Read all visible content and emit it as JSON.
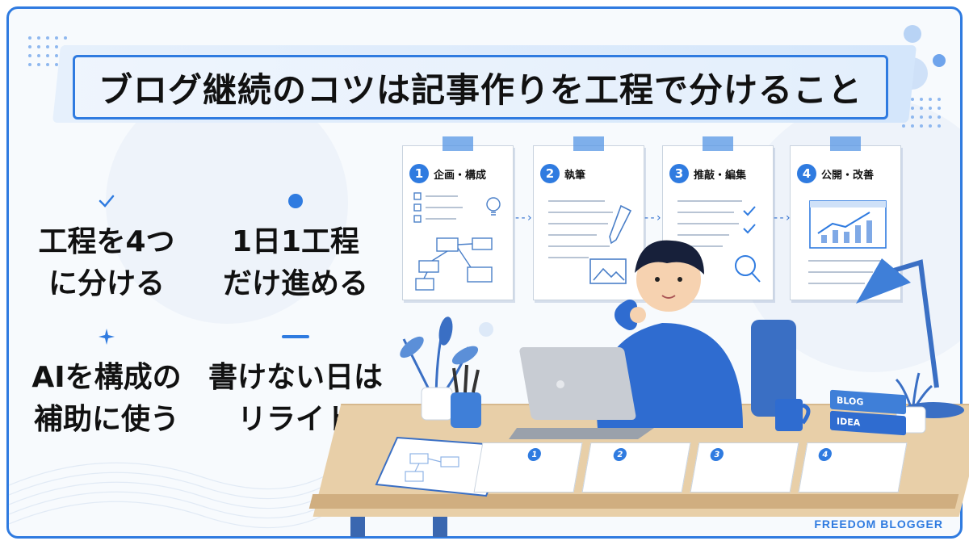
{
  "title": "ブログ継続のコツは記事作りを工程で分けること",
  "tips": [
    {
      "icon": "check-icon",
      "text": "工程を4つ\nに分ける"
    },
    {
      "icon": "dot-icon",
      "text": "1日1工程\nだけ進める"
    },
    {
      "icon": "sparkle-icon",
      "text": "AIを構成の\n補助に使う"
    },
    {
      "icon": "dash-icon",
      "text": "書けない日は\nリライト"
    }
  ],
  "steps": [
    {
      "num": "1",
      "label": "企画・構成"
    },
    {
      "num": "2",
      "label": "執筆"
    },
    {
      "num": "3",
      "label": "推敲・編集"
    },
    {
      "num": "4",
      "label": "公開・改善"
    }
  ],
  "desk_steps": [
    "1",
    "2",
    "3",
    "4"
  ],
  "books": [
    "BLOG",
    "IDEA"
  ],
  "brand": "FREEDOM BLOGGER",
  "colors": {
    "accent": "#2f7be0",
    "desk": "#e8cfa8",
    "background": "#f7fafd"
  }
}
